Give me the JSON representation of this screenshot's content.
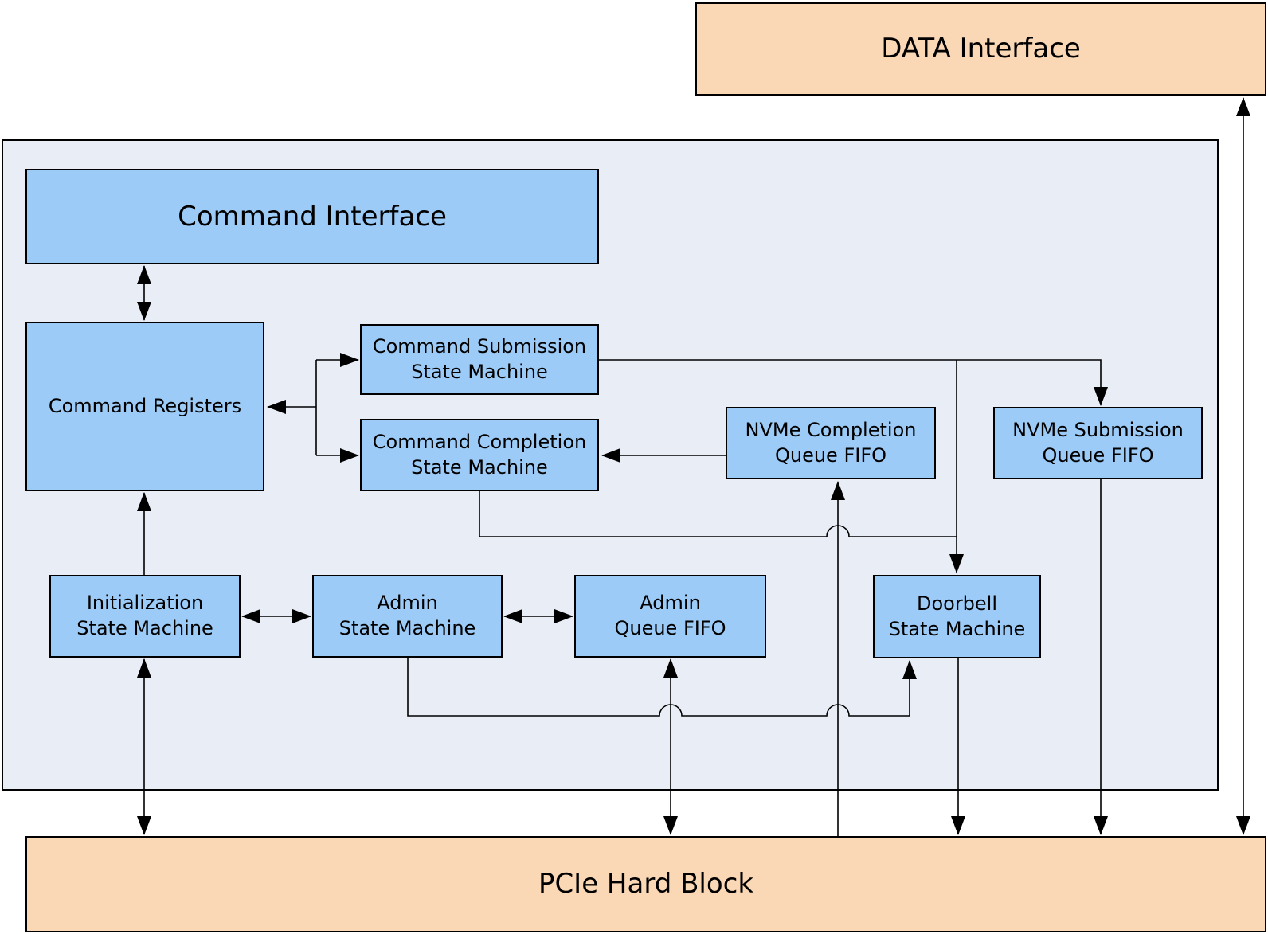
{
  "colors": {
    "node_blue": "#9dcbf7",
    "interface_peach": "#fad7b5",
    "container_bg": "#e9edf6",
    "line": "#000000"
  },
  "nodes": {
    "data_interface": "DATA Interface",
    "command_interface": "Command Interface",
    "command_registers": "Command Registers",
    "command_submission_sm": "Command Submission\nState Machine",
    "command_completion_sm": "Command Completion\nState Machine",
    "nvme_completion_queue_fifo": "NVMe Completion\nQueue FIFO",
    "nvme_submission_queue_fifo": "NVMe Submission\nQueue FIFO",
    "initialization_sm": "Initialization\nState Machine",
    "admin_sm": "Admin\nState Machine",
    "admin_queue_fifo": "Admin\nQueue FIFO",
    "doorbell_sm": "Doorbell\nState Machine",
    "pcie_hard_block": "PCIe Hard Block"
  },
  "edges": [
    {
      "from": "command_interface",
      "to": "command_registers",
      "arrows": "both"
    },
    {
      "from": "command_registers",
      "to": "command_submission_sm",
      "arrows": "to"
    },
    {
      "from": "command_registers",
      "to": "command_completion_sm",
      "arrows": "to"
    },
    {
      "from": "branch",
      "to": "command_registers",
      "arrows": "to"
    },
    {
      "from": "command_submission_sm",
      "to": "nvme_submission_queue_fifo",
      "arrows": "to"
    },
    {
      "from": "command_submission_sm",
      "to": "doorbell_sm",
      "arrows": "to"
    },
    {
      "from": "nvme_completion_queue_fifo",
      "to": "command_completion_sm",
      "arrows": "to"
    },
    {
      "from": "command_completion_sm",
      "to": "doorbell_sm",
      "arrows": "to"
    },
    {
      "from": "initialization_sm",
      "to": "command_registers",
      "arrows": "to"
    },
    {
      "from": "initialization_sm",
      "to": "admin_sm",
      "arrows": "both"
    },
    {
      "from": "admin_sm",
      "to": "admin_queue_fifo",
      "arrows": "both"
    },
    {
      "from": "admin_sm",
      "to": "doorbell_sm",
      "arrows": "to"
    },
    {
      "from": "initialization_sm",
      "to": "pcie_hard_block",
      "arrows": "both"
    },
    {
      "from": "admin_queue_fifo",
      "to": "pcie_hard_block",
      "arrows": "both"
    },
    {
      "from": "pcie_hard_block",
      "to": "nvme_completion_queue_fifo",
      "arrows": "to"
    },
    {
      "from": "doorbell_sm",
      "to": "pcie_hard_block",
      "arrows": "to"
    },
    {
      "from": "nvme_submission_queue_fifo",
      "to": "pcie_hard_block",
      "arrows": "to"
    },
    {
      "from": "pcie_hard_block",
      "to": "data_interface",
      "arrows": "both"
    }
  ]
}
